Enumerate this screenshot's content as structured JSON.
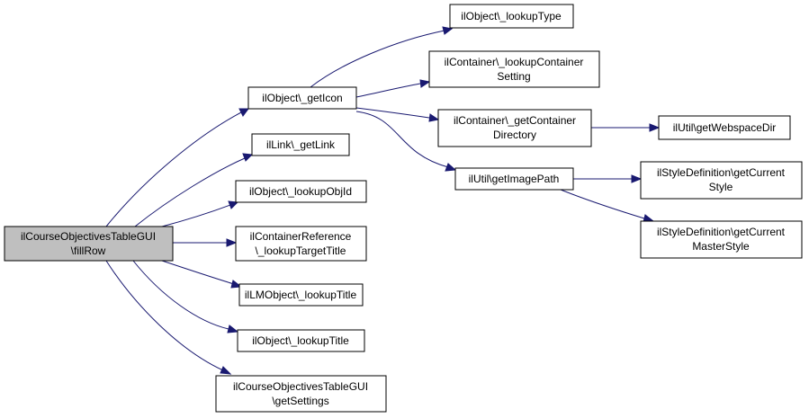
{
  "colors": {
    "root_fill": "#bfbfbf",
    "node_fill": "#ffffff",
    "node_border": "#000000",
    "edge": "#191970"
  },
  "nodes": {
    "root": {
      "lines": [
        "ilCourseObjectivesTableGUI",
        "\\fillRow"
      ]
    },
    "getIcon": {
      "lines": [
        "ilObject\\_getIcon"
      ]
    },
    "getLink": {
      "lines": [
        "ilLink\\_getLink"
      ]
    },
    "lookupObjId": {
      "lines": [
        "ilObject\\_lookupObjId"
      ]
    },
    "lookupTargetTitle": {
      "lines": [
        "ilContainerReference",
        "\\_lookupTargetTitle"
      ]
    },
    "lmLookupTitle": {
      "lines": [
        "ilLMObject\\_lookupTitle"
      ]
    },
    "objLookupTitle": {
      "lines": [
        "ilObject\\_lookupTitle"
      ]
    },
    "getSettings": {
      "lines": [
        "ilCourseObjectivesTableGUI",
        "\\getSettings"
      ]
    },
    "lookupType": {
      "lines": [
        "ilObject\\_lookupType"
      ]
    },
    "lookupContainerSetting": {
      "lines": [
        "ilContainer\\_lookupContainer",
        "Setting"
      ]
    },
    "getContainerDirectory": {
      "lines": [
        "ilContainer\\_getContainer",
        "Directory"
      ]
    },
    "getImagePath": {
      "lines": [
        "ilUtil\\getImagePath"
      ]
    },
    "getWebspaceDir": {
      "lines": [
        "ilUtil\\getWebspaceDir"
      ]
    },
    "getCurrentStyle": {
      "lines": [
        "ilStyleDefinition\\getCurrent",
        "Style"
      ]
    },
    "getCurrentMasterStyle": {
      "lines": [
        "ilStyleDefinition\\getCurrent",
        "MasterStyle"
      ]
    }
  }
}
